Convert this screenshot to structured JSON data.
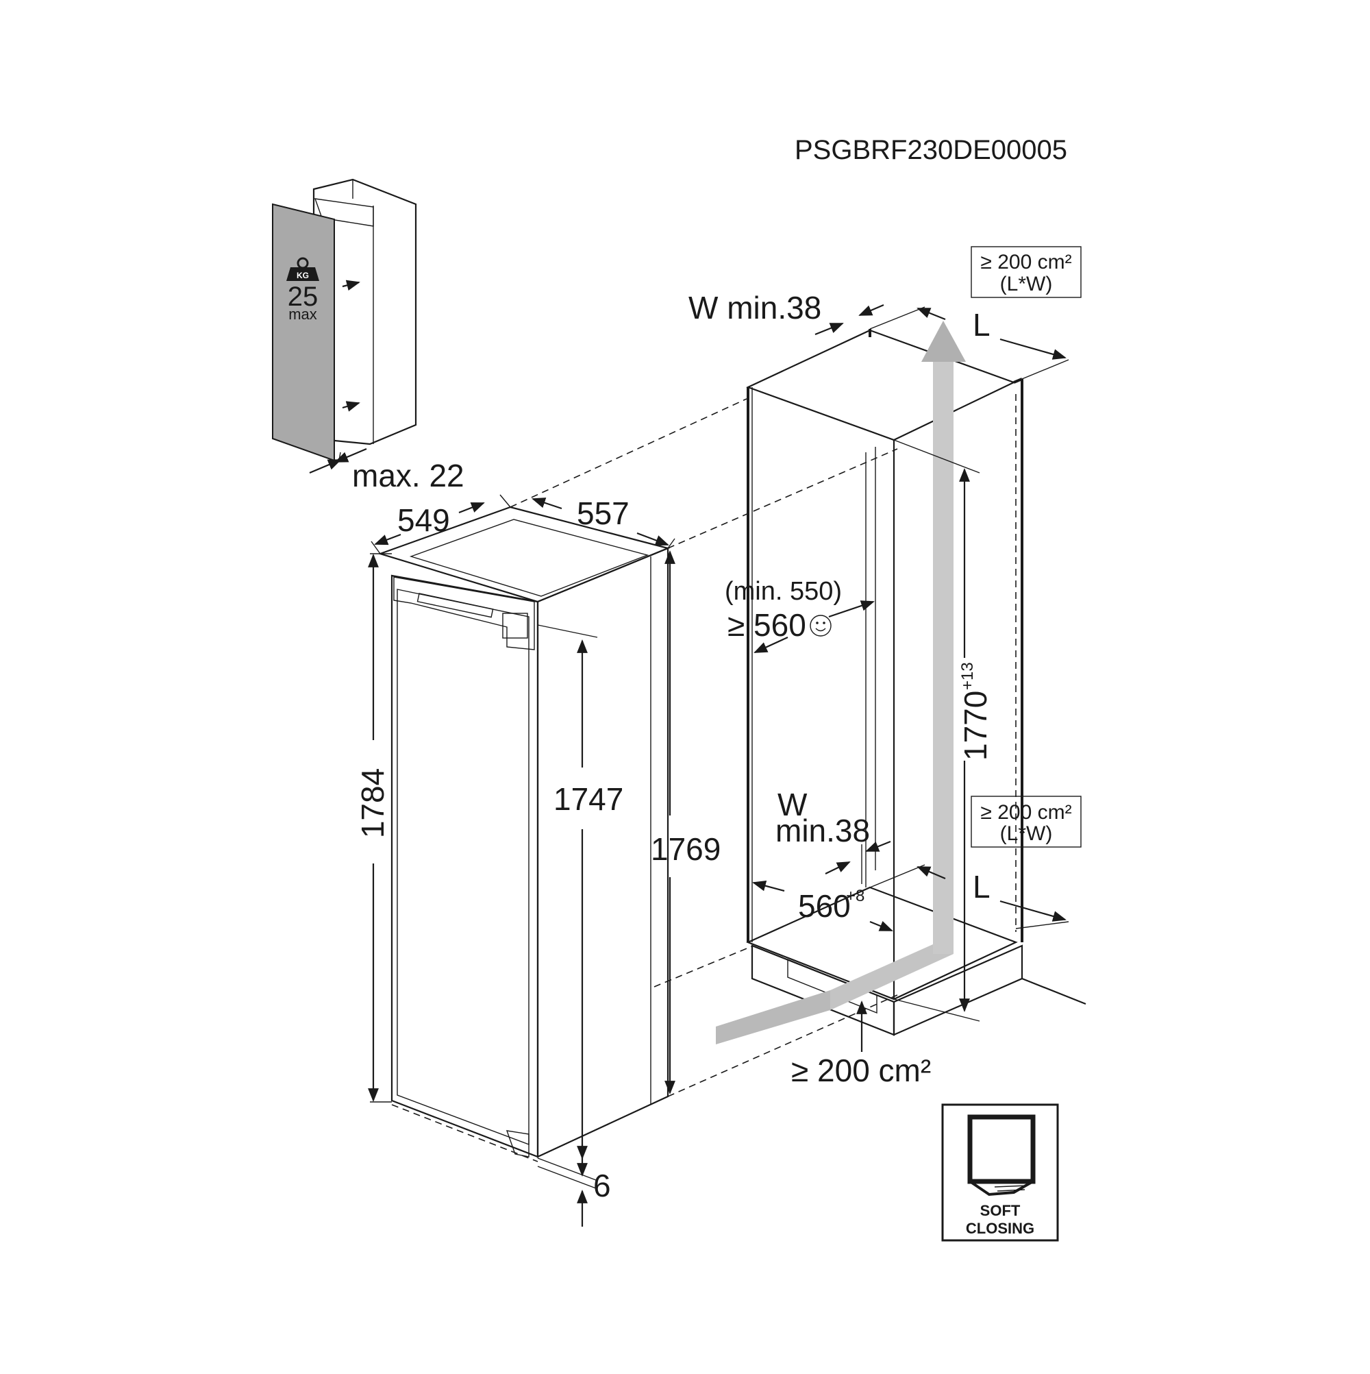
{
  "product_code": "PSGBRF230DE00005",
  "door_panel": {
    "weight_value": "25",
    "weight_unit": "max",
    "kg_label": "KG",
    "panel_thickness": "max. 22"
  },
  "appliance": {
    "width": "549",
    "depth": "557",
    "height_door": "1784",
    "height_body": "1747",
    "height_total": "1769",
    "bottom_gap": "6"
  },
  "niche": {
    "top_wall_label": "W min.38",
    "top_vent_area": "≥ 200 cm²",
    "top_vent_formula": "(L*W)",
    "top_vent_length": "L",
    "depth_min_note": "(min. 550)",
    "depth_value": "≥ 560",
    "height_value": "1770",
    "height_tolerance": "+13",
    "bottom_wall_label_w": "W",
    "bottom_wall_label_min": "min.38",
    "bottom_vent_area": "≥ 200 cm²",
    "bottom_vent_formula": "(L*W)",
    "bottom_vent_length": "L",
    "width_value": "560",
    "width_tolerance": "+8",
    "base_vent_area": "≥ 200 cm²"
  },
  "badge": {
    "line1": "SOFT",
    "line2": "CLOSING"
  },
  "colors": {
    "line": "#1a1a1a",
    "panel_fill": "#a9a9a9",
    "airflow_arrow": "#b9b9b9",
    "background": "#ffffff"
  }
}
